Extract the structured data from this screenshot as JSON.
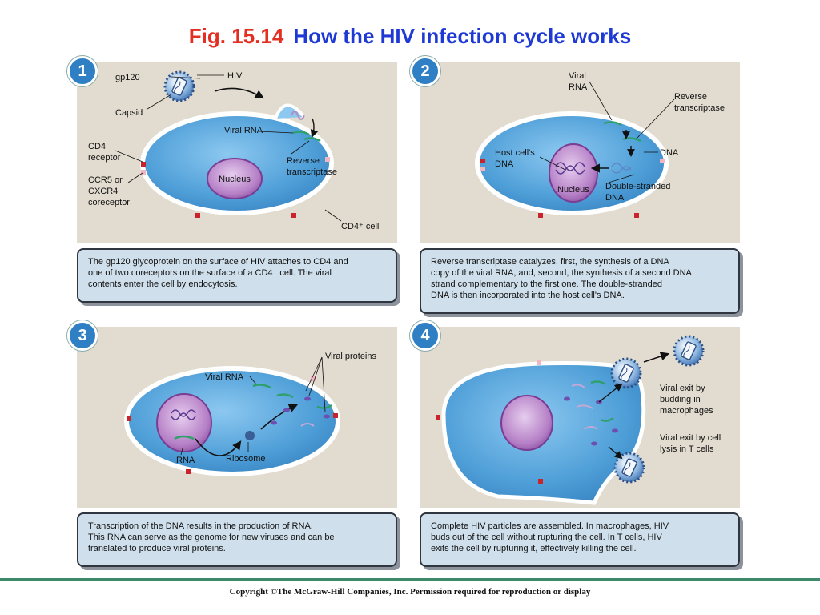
{
  "title": {
    "fig": "Fig. 15.14",
    "text": "How the HIV infection cycle works"
  },
  "panels": [
    {
      "number": "1",
      "labels": {
        "gp120": "gp120",
        "hiv": "HIV",
        "capsid": "Capsid",
        "cd4_1": "CD4",
        "cd4_2": "receptor",
        "ccr5_1": "CCR5 or",
        "ccr5_2": "CXCR4",
        "ccr5_3": "coreceptor",
        "viral_rna": "Viral RNA",
        "rt_1": "Reverse",
        "rt_2": "transcriptase",
        "nucleus": "Nucleus",
        "cell": "CD4⁺ cell"
      },
      "caption": [
        "The gp120 glycoprotein on the surface of HIV attaches to CD4 and",
        "one of two coreceptors on the surface of a CD4⁺ cell. The viral",
        "contents enter the cell by endocytosis."
      ]
    },
    {
      "number": "2",
      "labels": {
        "vrna_1": "Viral",
        "vrna_2": "RNA",
        "rt_1": "Reverse",
        "rt_2": "transcriptase",
        "dna": "DNA",
        "host_1": "Host cell's",
        "host_2": "DNA",
        "nucleus": "Nucleus",
        "ds_1": "Double-stranded",
        "ds_2": "DNA"
      },
      "caption": [
        "Reverse transcriptase catalyzes, first, the synthesis of a DNA",
        "copy of the viral RNA, and, second, the synthesis of a second DNA",
        "strand complementary to the first one. The double-stranded",
        "DNA is then incorporated into the host cell's DNA."
      ]
    },
    {
      "number": "3",
      "labels": {
        "vprot": "Viral proteins",
        "vrna": "Viral RNA",
        "rna": "RNA",
        "ribosome": "Ribosome"
      },
      "caption": [
        "Transcription of the DNA results in the production of RNA.",
        "This RNA can serve as the genome for new viruses and can be",
        "translated to produce viral proteins."
      ]
    },
    {
      "number": "4",
      "labels": {
        "bud_1": "Viral exit by",
        "bud_2": "budding in",
        "bud_3": "macrophages",
        "lysis_1": "Viral exit by cell",
        "lysis_2": "lysis in T cells"
      },
      "caption": [
        "Complete HIV particles are assembled. In macrophages, HIV",
        "buds out of the cell without rupturing the cell. In T cells, HIV",
        "exits the cell by rupturing it, effectively killing the cell."
      ]
    }
  ],
  "colors": {
    "title_fig": "#e32f22",
    "title_text": "#1f3ad4",
    "cell": "#5aa6dc",
    "nucleus": "#b07cc0",
    "panel_bg": "#e2dcd0",
    "caption_bg": "#cfe0ec"
  },
  "copyright": "Copyright ©The McGraw-Hill Companies, Inc. Permission required for reproduction or display"
}
